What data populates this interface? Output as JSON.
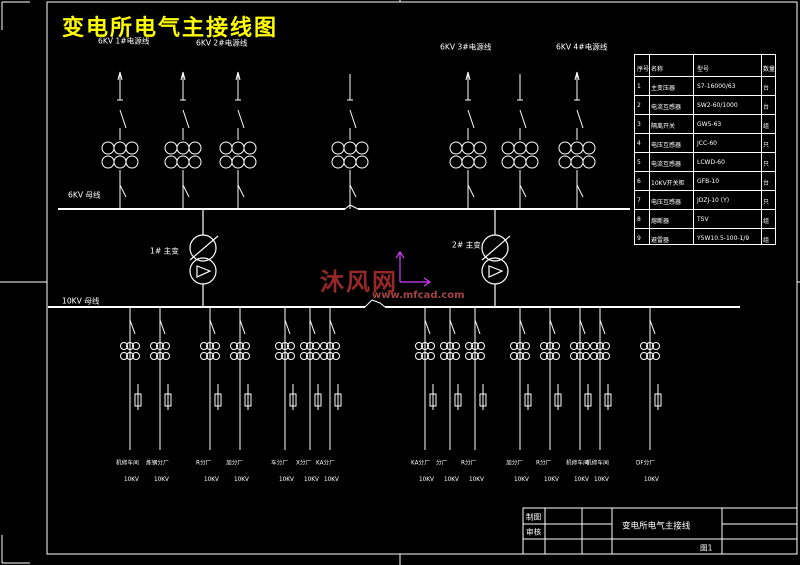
{
  "title": "变电所电气主接线图",
  "bus_labels": {
    "in1": "6KV 1#电源线",
    "in2": "6KV 2#电源线",
    "in3": "6KV 3#电源线",
    "in4": "6KV 4#电源线",
    "hv_bus": "6KV 母线",
    "lv_bus": "10KV 母线",
    "t1": "1# 主变",
    "t2": "2# 主变"
  },
  "feeders": [
    {
      "name": "机修车间",
      "kv": "10KV"
    },
    {
      "name": "炼钢分厂",
      "kv": "10KV"
    },
    {
      "name": "R分厂",
      "kv": "10KV"
    },
    {
      "name": "加分厂",
      "kv": "10KV"
    },
    {
      "name": "车分厂",
      "kv": "10KV"
    },
    {
      "name": "X分厂",
      "kv": "10KV"
    },
    {
      "name": "KA分厂",
      "kv": "10KV"
    },
    {
      "name": "KA分厂",
      "kv": "10KV"
    },
    {
      "name": "分厂",
      "kv": "10KV"
    },
    {
      "name": "R分厂",
      "kv": "10KV"
    },
    {
      "name": "加分厂",
      "kv": "10KV"
    },
    {
      "name": "R分厂",
      "kv": "10KV"
    },
    {
      "name": "机修车间",
      "kv": "10KV"
    },
    {
      "name": "机修车间",
      "kv": "10KV"
    },
    {
      "name": "DF分厂",
      "kv": "10KV"
    }
  ],
  "equipment_table": {
    "headers": [
      "序号",
      "名称",
      "型号",
      "数量"
    ],
    "rows": [
      [
        "1",
        "主变压器",
        "S7-16000/63",
        "台"
      ],
      [
        "2",
        "电流互感器",
        "SW2-60/1000",
        "台"
      ],
      [
        "3",
        "隔离开关",
        "GW5-63",
        "组"
      ],
      [
        "4",
        "电压互感器",
        "JCC-60",
        "只"
      ],
      [
        "5",
        "电流互感器",
        "LCWD-60",
        "只"
      ],
      [
        "6",
        "10KV开关柜",
        "GFB-10",
        "台"
      ],
      [
        "7",
        "电压互感器",
        "JDZJ-10 (Y)",
        "只"
      ],
      [
        "8",
        "熔断器",
        "TSV",
        "组"
      ],
      [
        "9",
        "避雷器",
        "Y5W10.5-100-1/9",
        "组"
      ]
    ]
  },
  "title_block": {
    "drawn": "制图",
    "checked": "审核",
    "drawing_name": "变电所电气主接线",
    "sheet": "图1"
  },
  "watermark": {
    "logo": "沐风网",
    "url": "www.mfcad.com"
  }
}
